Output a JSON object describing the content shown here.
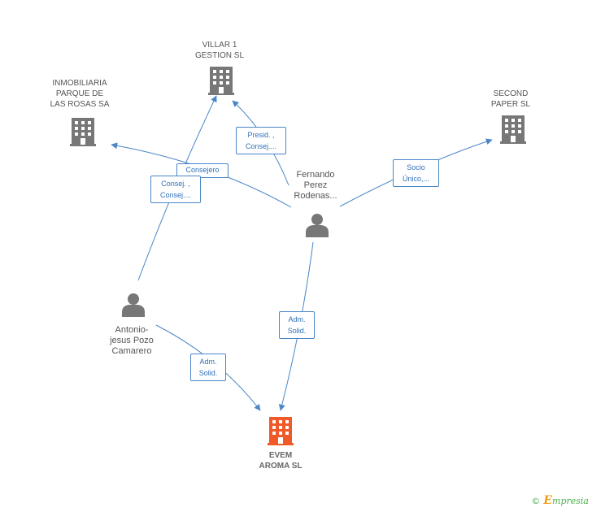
{
  "nodes": {
    "villar": {
      "label": "VILLAR 1\nGESTION SL"
    },
    "inmobiliaria": {
      "label": "INMOBILIARIA\nPARQUE DE\nLAS ROSAS SA"
    },
    "second": {
      "label": "SECOND\nPAPER SL"
    },
    "fernando": {
      "label": "Fernando\nPerez\nRodenas..."
    },
    "antonio": {
      "label": "Antonio-\njesus Pozo\nCamarero"
    },
    "evem": {
      "label": "EVEM\nAROMA SL"
    }
  },
  "edges": {
    "presid": "Presid. ,\nConsej....",
    "consejero": "Consejero",
    "consej": "Consej. ,\nConsej....",
    "socio": "Socio\nÚnico,...",
    "adm_fernando": "Adm.\nSolid.",
    "adm_antonio": "Adm.\nSolid."
  },
  "colors": {
    "company": "#777777",
    "main_company": "#f05a28",
    "person": "#777777",
    "edge": "#4a86c8"
  },
  "footer": {
    "copyright": "©",
    "brand_first": "E",
    "brand_rest": "mpresia"
  }
}
